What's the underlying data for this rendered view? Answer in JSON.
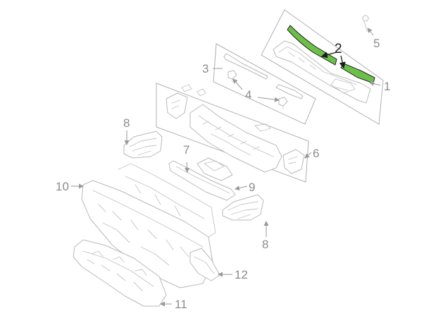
{
  "diagram": {
    "callouts": [
      {
        "id": "c1",
        "label": "1"
      },
      {
        "id": "c2",
        "label": "2"
      },
      {
        "id": "c4",
        "label": "4"
      },
      {
        "id": "c3",
        "label": "3"
      },
      {
        "id": "c5",
        "label": "5"
      },
      {
        "id": "c6",
        "label": "6"
      },
      {
        "id": "c7",
        "label": "7"
      },
      {
        "id": "c8a",
        "label": "8"
      },
      {
        "id": "c8b",
        "label": "8"
      },
      {
        "id": "c9",
        "label": "9"
      },
      {
        "id": "c10",
        "label": "10"
      },
      {
        "id": "c11",
        "label": "11"
      },
      {
        "id": "c12",
        "label": "12"
      }
    ],
    "colors": {
      "highlight": "#6cc04a",
      "line": "#b9b9b9",
      "callout_text": "#8c8c8c",
      "callout_active": "#1a1a1a"
    }
  }
}
